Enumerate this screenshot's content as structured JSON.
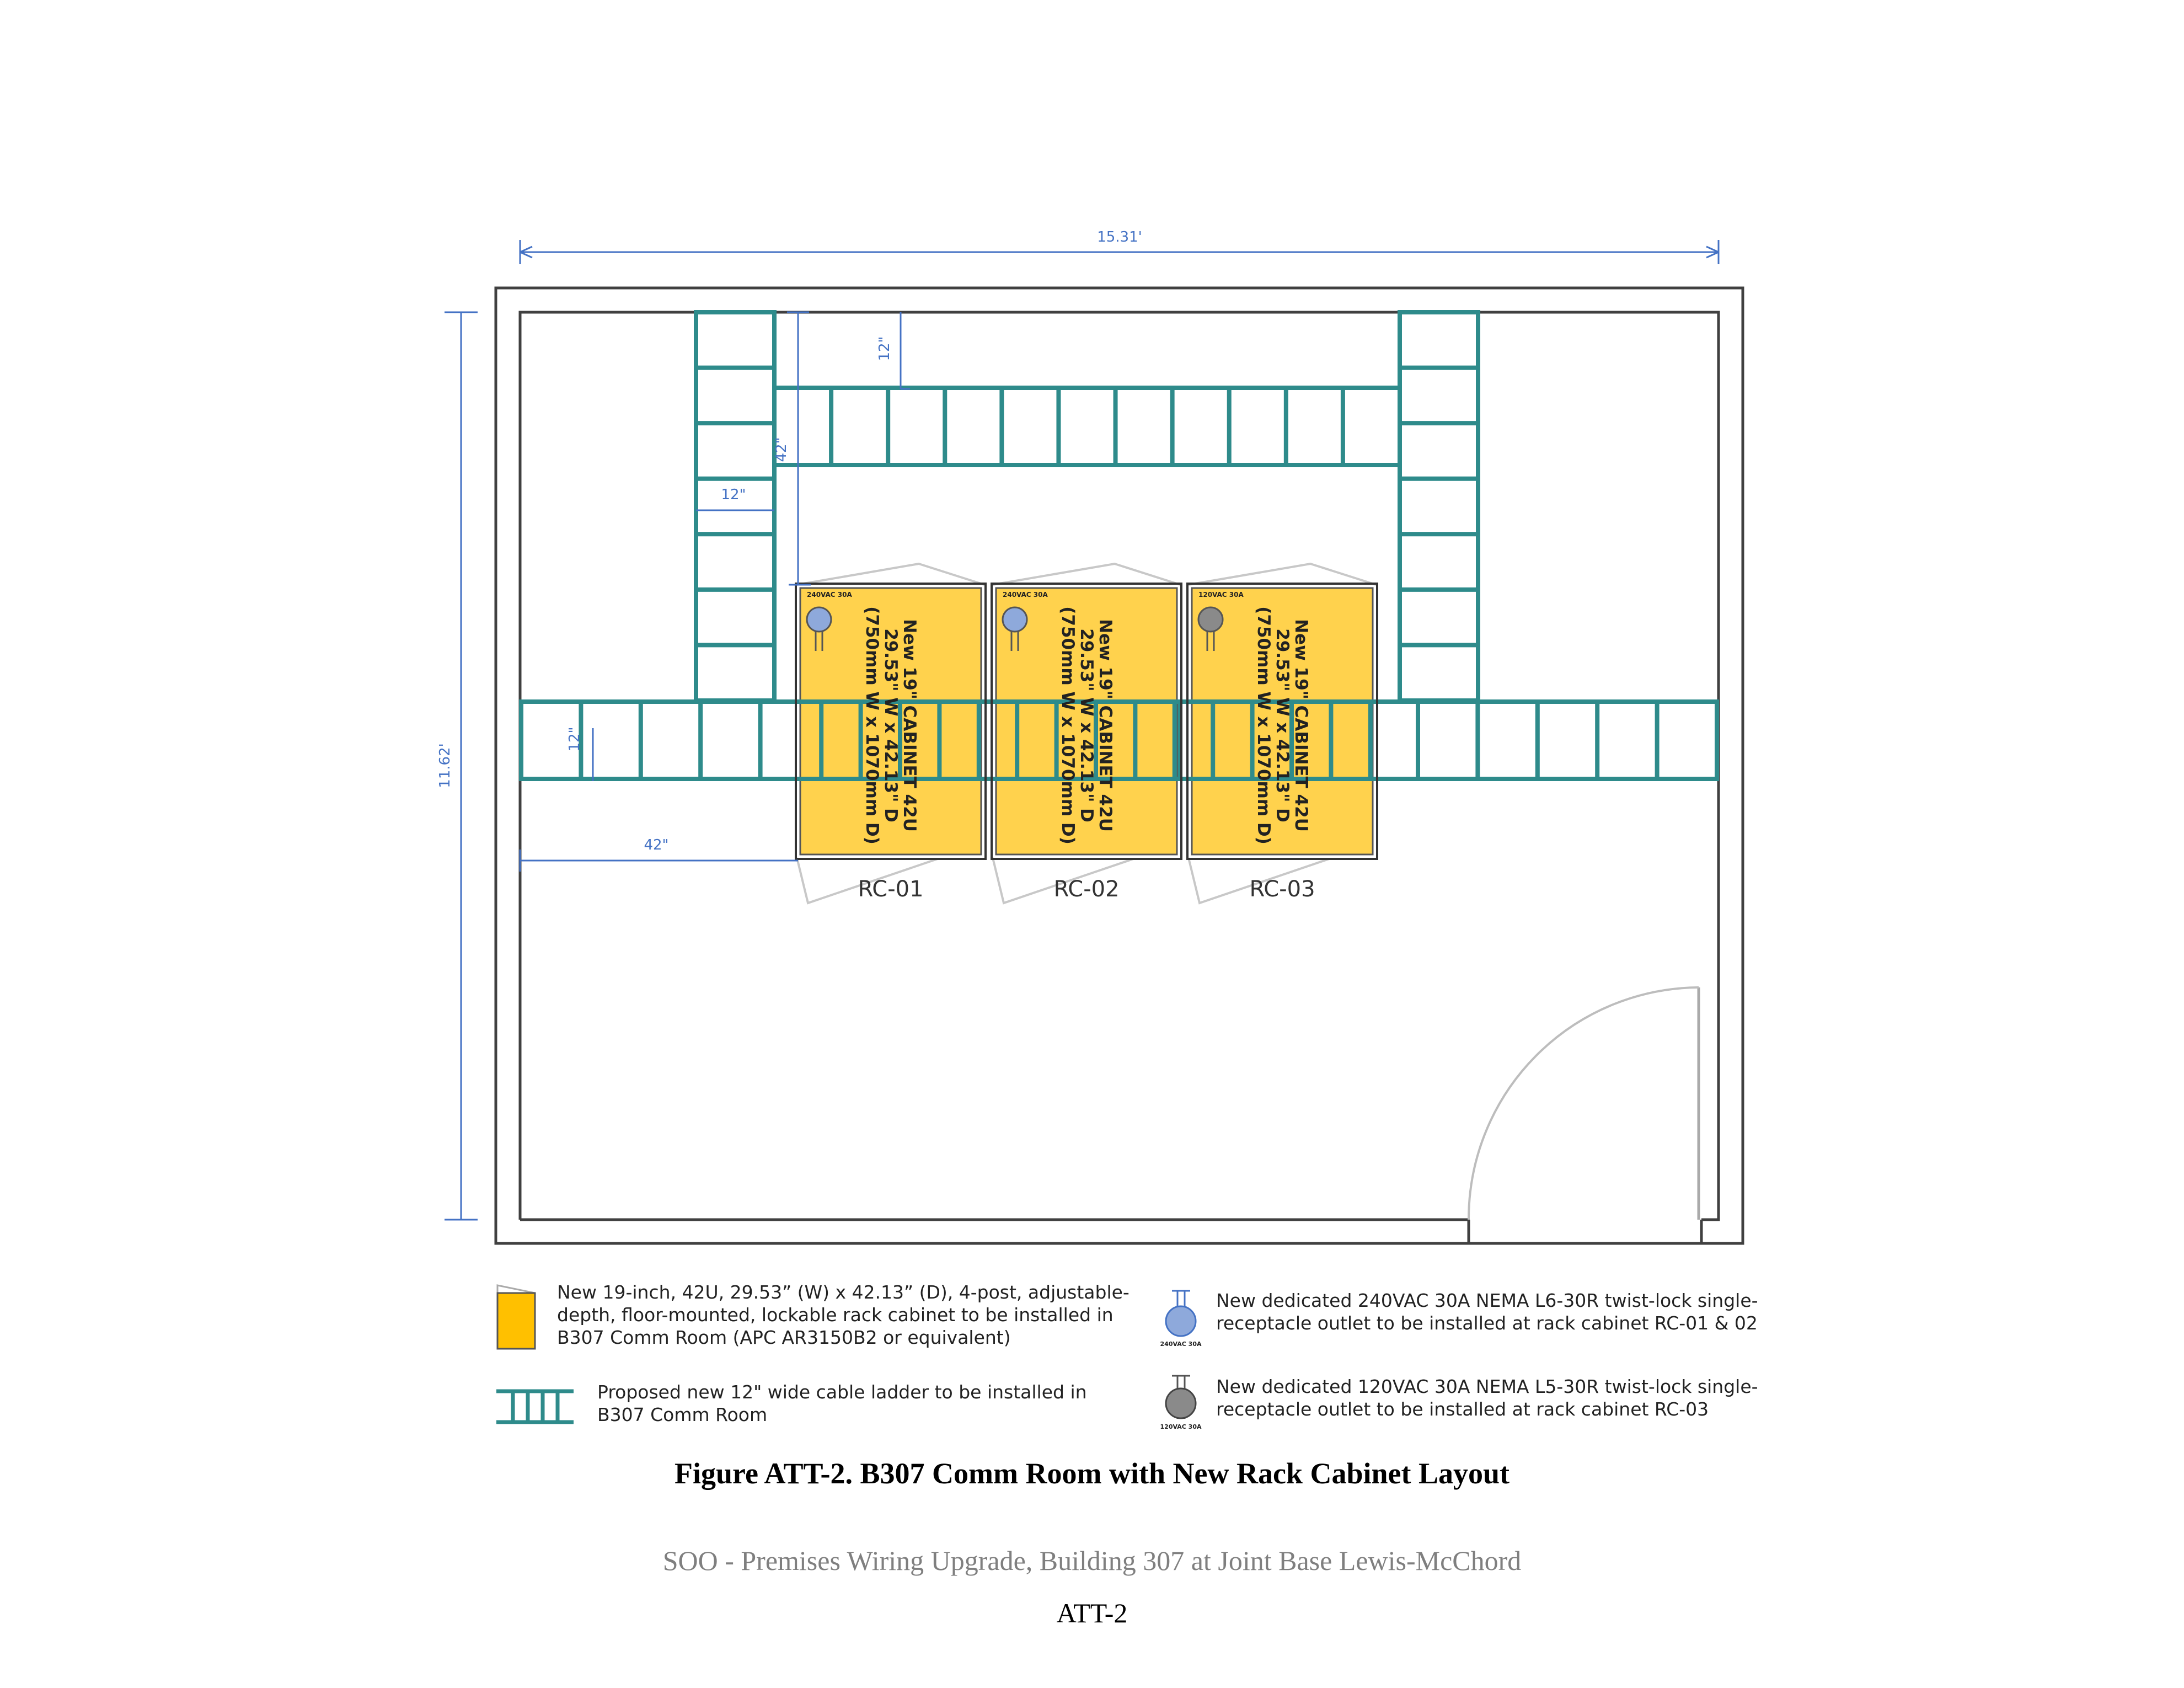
{
  "drawing": {
    "dimensions": {
      "overall_width": "15.31'",
      "overall_height": "11.62'",
      "ladder_width_top": "12\"",
      "ladder_width_left_vertical": "12\"",
      "ladder_width_bottom_run": "12\"",
      "cabinet_clearance_top": "42\"",
      "cabinet_offset_left": "42\""
    },
    "cabinets": [
      {
        "id": "RC-01",
        "outlet_label": "240VAC 30A",
        "outlet_color": "#8ea9db",
        "lines": [
          "New 19\" CABINET 42U",
          "29.53\" W x 42.13\" D",
          "(750mm W x 1070mm D)"
        ]
      },
      {
        "id": "RC-02",
        "outlet_label": "240VAC 30A",
        "outlet_color": "#8ea9db",
        "lines": [
          "New 19\" CABINET 42U",
          "29.53\" W x 42.13\" D",
          "(750mm W x 1070mm D)"
        ]
      },
      {
        "id": "RC-03",
        "outlet_label": "120VAC 30A",
        "outlet_color": "#8a8a8a",
        "lines": [
          "New 19\" CABINET 42U",
          "29.53\" W x 42.13\" D",
          "(750mm W x 1070mm D)"
        ]
      }
    ],
    "colors": {
      "cabinet_fill": "#ffd24d",
      "ladder": "#2e8b8b",
      "dimension": "#4472c4",
      "wall": "#404040"
    }
  },
  "legend": {
    "cabinet": {
      "line1": "New 19-inch, 42U, 29.53” (W) x 42.13” (D), 4-post, adjustable-",
      "line2": "depth, floor-mounted, lockable rack cabinet  to be installed in",
      "line3": "B307 Comm Room (APC AR3150B2 or equivalent)"
    },
    "ladder": {
      "line1": "Proposed new 12\" wide cable ladder to be installed in",
      "line2": "B307 Comm Room"
    },
    "outlet_240": {
      "icon_label": "240VAC 30A",
      "line1": "New dedicated 240VAC 30A NEMA L6-30R twist-lock single-",
      "line2": "receptacle outlet to be installed at rack cabinet RC-01 & 02"
    },
    "outlet_120": {
      "icon_label": "120VAC 30A",
      "line1": "New dedicated 120VAC 30A NEMA L5-30R twist-lock single-",
      "line2": "receptacle outlet to be installed at rack cabinet RC-03"
    }
  },
  "caption": "Figure ATT-2.  B307 Comm Room with New Rack Cabinet Layout",
  "footer": {
    "title": "SOO - Premises Wiring Upgrade, Building 307 at Joint Base Lewis-McChord",
    "page": "ATT-2"
  }
}
